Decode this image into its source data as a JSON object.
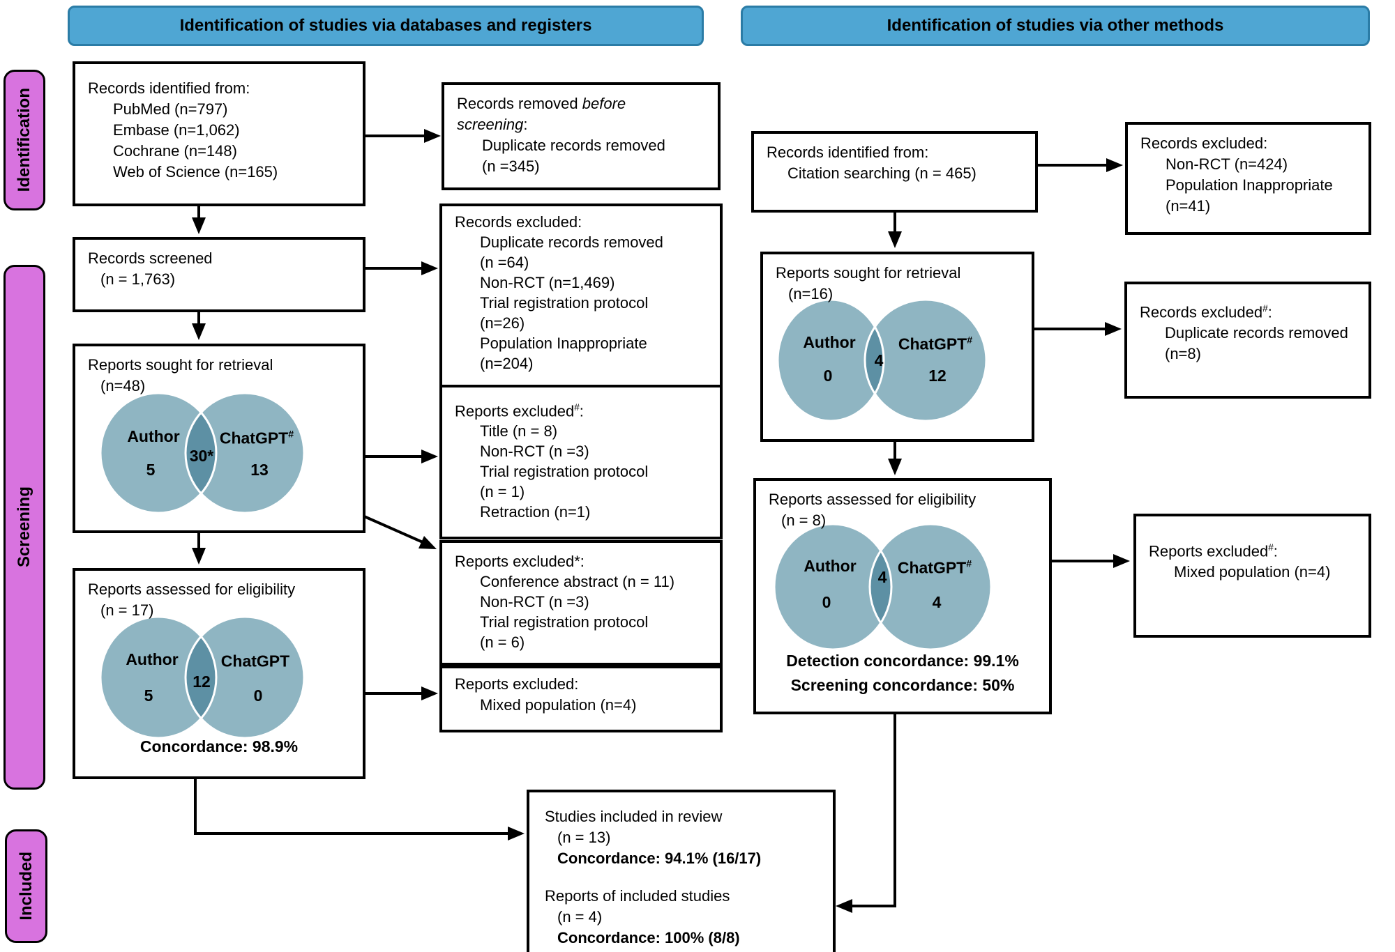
{
  "headers": {
    "left": "Identification of studies via databases and registers",
    "right": "Identification of studies via other methods"
  },
  "sidebar": {
    "identification": "Identification",
    "screening": "Screening",
    "included": "Included"
  },
  "colors": {
    "header_blue": "#4FA6D3",
    "header_border": "#2B7CA6",
    "sidebar_pink": "#D873DF",
    "venn_circle": "#8FB5C2",
    "venn_overlap": "#5D90A4"
  },
  "left_flow": {
    "records_identified": {
      "title": "Records identified from:",
      "items": [
        "PubMed (n=797)",
        "Embase (n=1,062)",
        "Cochrane (n=148)",
        "Web of Science (n=165)"
      ]
    },
    "records_removed": {
      "pre": "Records removed ",
      "italic1": "before",
      "italic2": "screening",
      "colon": ":",
      "items": [
        "Duplicate records removed",
        "(n =345)"
      ]
    },
    "records_screened": {
      "line1": "Records screened",
      "line2": "(n = 1,763)"
    },
    "records_excluded": {
      "title": "Records excluded:",
      "items": [
        "Duplicate records removed",
        "(n =64)",
        "Non-RCT (n=1,469)",
        "Trial registration protocol",
        "(n=26)",
        "Population Inappropriate",
        "(n=204)"
      ]
    },
    "reports_sought": {
      "title": "Reports sought for retrieval",
      "n": "(n=48)",
      "venn": {
        "left_label": "Author",
        "left_value": "5",
        "overlap_value": "30*",
        "right_label": "ChatGPT",
        "right_sup": "#",
        "right_value": "13"
      }
    },
    "reports_excluded_hash": {
      "title": "Reports excluded",
      "sup": "#",
      "colon": ":",
      "items": [
        "Title (n = 8)",
        "Non-RCT (n =3)",
        "Trial registration protocol",
        "(n = 1)",
        "Retraction (n=1)"
      ]
    },
    "reports_excluded_star": {
      "title": "Reports excluded*:",
      "items": [
        "Conference abstract (n = 11)",
        "Non-RCT (n =3)",
        "Trial registration protocol",
        "(n = 6)"
      ]
    },
    "reports_assessed": {
      "title": "Reports assessed for eligibility",
      "n": "(n = 17)",
      "venn": {
        "left_label": "Author",
        "left_value": "5",
        "overlap_value": "12",
        "right_label": "ChatGPT",
        "right_sup": "",
        "right_value": "0"
      },
      "concordance": "Concordance: 98.9%"
    },
    "reports_excluded_mixed": {
      "title": "Reports excluded:",
      "items": [
        "Mixed population (n=4)"
      ]
    }
  },
  "right_flow": {
    "records_identified": {
      "title": "Records identified from:",
      "items": [
        "Citation searching (n = 465)"
      ]
    },
    "records_excluded_1": {
      "title": "Records excluded:",
      "items": [
        "Non-RCT (n=424)",
        "Population Inappropriate",
        "(n=41)"
      ]
    },
    "reports_sought": {
      "title": "Reports sought for retrieval",
      "n": "(n=16)",
      "venn": {
        "left_label": "Author",
        "left_value": "0",
        "overlap_value": "4",
        "right_label": "ChatGPT",
        "right_sup": "#",
        "right_value": "12"
      }
    },
    "records_excluded_2": {
      "title": "Records excluded",
      "sup": "#",
      "colon": ":",
      "items": [
        "Duplicate records removed",
        "(n=8)"
      ]
    },
    "reports_assessed": {
      "title": "Reports assessed for eligibility",
      "n": "(n = 8)",
      "venn": {
        "left_label": "Author",
        "left_value": "0",
        "overlap_value": "4",
        "right_label": "ChatGPT",
        "right_sup": "#",
        "right_value": "4"
      },
      "concordance1": "Detection concordance: 99.1%",
      "concordance2": "Screening concordance: 50%"
    },
    "reports_excluded_3": {
      "title": "Reports excluded",
      "sup": "#",
      "colon": ":",
      "items": [
        "Mixed population (n=4)"
      ]
    }
  },
  "included_box": {
    "line1": "Studies included in review",
    "line2": "(n = 13)",
    "line3": "Concordance: 94.1% (16/17)",
    "line4": "Reports of included studies",
    "line5": "(n = 4)",
    "line6": "Concordance: 100% (8/8)"
  }
}
